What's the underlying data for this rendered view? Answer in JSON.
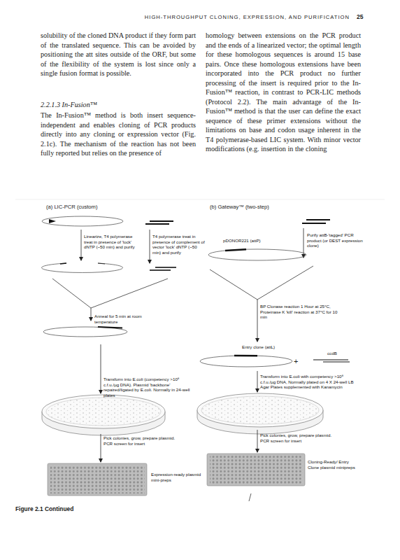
{
  "diagram": {
    "caption": "Figure 2.1 Continued",
    "labels": [
      "HIGH-THROUGHPUT CLONING, EXPRESSION, AND PURIFICATION",
      "25",
      "solubility of the cloned DNA product if they form part of the translated sequence. This can be avoided by positioning the att sites outside of the ORF, but some of the flexibility of the system is lost since only a single fusion format is possible.",
      "2.2.1.3 In-Fusion™",
      "The In-Fusion™ method is both insert sequence-independent and enables cloning of PCR products directly into any cloning or expression vector (Fig. 2.1c). The mechanism of the reaction has not been fully reported but relies on the presence of",
      "homology between extensions on the PCR product and the ends of a linearized vector; the optimal length for these homologous sequences is around 15 base pairs. Once these homologous extensions have been incorporated into the PCR product no further processing of the insert is required prior to the In-Fusion™ reaction, in contrast to PCR-LIC methods (Protocol 2.2). The main advantage of the In-Fusion™ method is that the user can define the exact sequence of these primer extensions without the limitations on base and codon usage inherent in the T4 polymerase-based LIC system. With minor vector modifications (e.g. insertion in the cloning",
      "(a) LIC-PCR (custom)",
      "(b) Gateway™ (two-step)",
      "Linearize, T4 polymerase treat in presence of 'lock' dNTP (~50 min) and purify",
      "T4 polymerase treat in presence of complement of vector 'lock' dNTP (~50 min) and purify",
      "Purify attB-'tagged' PCR product (or DEST expression clone)",
      "pDONOR221 (attP)",
      "Anneal for 5 min at room temperature",
      "BP Clonase reaction 1 Hour at 25°C, Proteinase K 'kill' reaction at 37°C for 10 min",
      "Entry clone (attL)",
      "ccdB",
      "+",
      "Transform into E.coli (competency >10⁸ c.f.u./µg DNA). Plasmid 'backbone' repaired/ligated by E.coli. Normally in 24-well plates",
      "Transform into E.coli with competency >10⁸ c.f.u./µg DNA, Normally plated on 4 X 24-well LB Agar Plates supplemented with Kanamycin",
      "Pick colonies, grow, prepare plasmid. PCR screen for insert",
      "Pick colonies, grow, prepare plasmid. PCR screen for insert",
      "Expression-ready plasmid mini-preps",
      "Cloning-Ready/ Entry Clone plasmid minipreps"
    ]
  }
}
